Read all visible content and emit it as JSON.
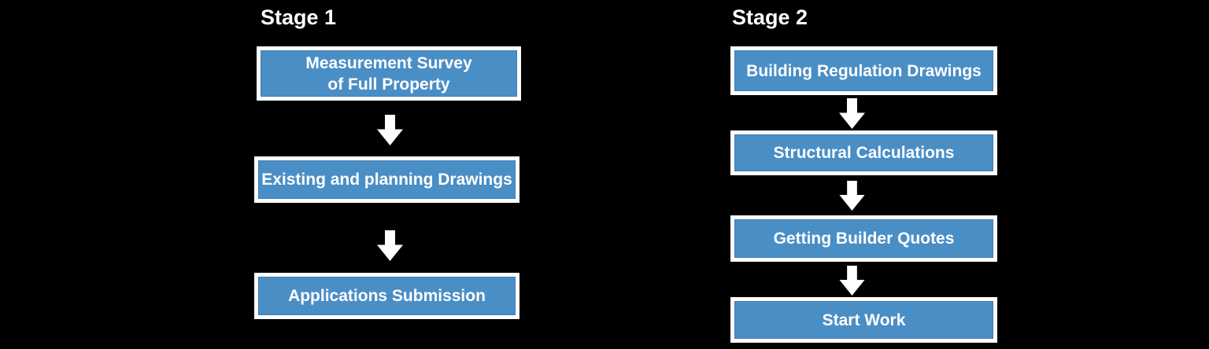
{
  "colors": {
    "background": "#000000",
    "box_fill": "#4a8ec6",
    "box_edge": "#3f7db2",
    "frame": "#ffffff",
    "text": "#ffffff",
    "arrow": "#ffffff"
  },
  "stages": [
    {
      "title": "Stage 1",
      "steps": [
        {
          "label": "Measurement Survey\nof Full Property"
        },
        {
          "label": "Existing and planning Drawings"
        },
        {
          "label": "Applications Submission"
        }
      ]
    },
    {
      "title": "Stage 2",
      "steps": [
        {
          "label": "Building Regulation Drawings"
        },
        {
          "label": "Structural Calculations"
        },
        {
          "label": "Getting Builder Quotes"
        },
        {
          "label": "Start Work"
        }
      ]
    }
  ]
}
